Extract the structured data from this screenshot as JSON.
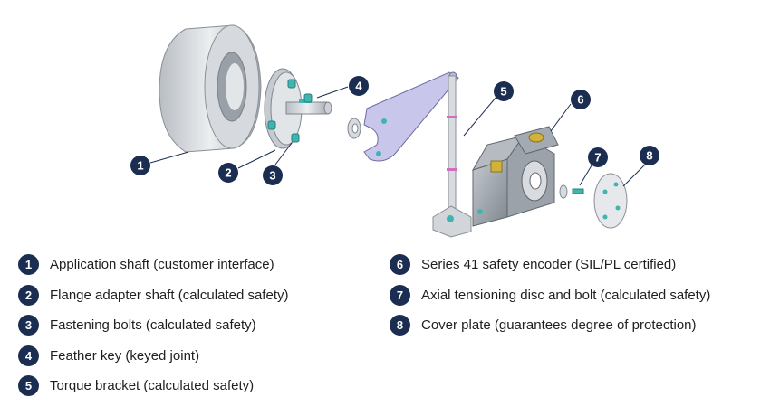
{
  "colors": {
    "badge": "#1b2e52",
    "metal": "#cfd3d8",
    "metal_dark": "#8f959c",
    "bracket": "#c9c6ec",
    "teal": "#3fb5b0",
    "brass": "#d2b23a"
  },
  "callouts": [
    "1",
    "2",
    "3",
    "4",
    "5",
    "6",
    "7",
    "8"
  ],
  "legend": {
    "left": [
      {
        "num": "1",
        "text": "Application shaft (customer interface)"
      },
      {
        "num": "2",
        "text": "Flange adapter shaft (calculated safety)"
      },
      {
        "num": "3",
        "text": "Fastening bolts (calculated safety)"
      },
      {
        "num": "4",
        "text": "Feather key (keyed joint)"
      },
      {
        "num": "5",
        "text": "Torque bracket (calculated safety)"
      }
    ],
    "right": [
      {
        "num": "6",
        "text": "Series 41 safety encoder (SIL/PL certified)"
      },
      {
        "num": "7",
        "text": "Axial tensioning disc and bolt (calculated safety)"
      },
      {
        "num": "8",
        "text": "Cover plate (guarantees degree of protection)"
      }
    ]
  }
}
